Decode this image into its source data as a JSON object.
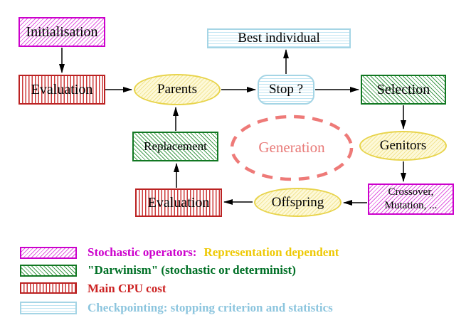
{
  "diagram": {
    "title_semantic": "evolutionary-algorithm-flow",
    "nodes": {
      "initialisation": {
        "label": "Initialisation"
      },
      "evaluation_top": {
        "label": "Evaluation"
      },
      "parents": {
        "label": "Parents"
      },
      "stop": {
        "label": "Stop ?"
      },
      "best_individual": {
        "label": "Best individual"
      },
      "selection": {
        "label": "Selection"
      },
      "genitors": {
        "label": "Genitors"
      },
      "crossover_mutation": {
        "line1": "Crossover,",
        "line2": "Mutation, ..."
      },
      "offspring": {
        "label": "Offspring"
      },
      "evaluation_bottom": {
        "label": "Evaluation"
      },
      "replacement": {
        "label": "Replacement"
      },
      "generation": {
        "label": "Generation"
      }
    },
    "colors": {
      "magenta": "#cc00cc",
      "green": "#117722",
      "red": "#bb2222",
      "cyan": "#a5d5e5",
      "yellow_ellipse_border": "#e8d44c",
      "salmon_dashed": "#ee7a78",
      "legend_yellow_text": "#eec905",
      "legend_cyan_text": "#8cc5de"
    }
  },
  "legend": {
    "items": [
      {
        "swatch": "magenta-diagonal-hatch",
        "text1": "Stochastic operators:",
        "text2": "Representation dependent"
      },
      {
        "swatch": "green-diagonal-hatch",
        "text1": "\"Darwinism\" (stochastic or determinist)"
      },
      {
        "swatch": "red-vertical-stripes",
        "text1": "Main CPU cost"
      },
      {
        "swatch": "cyan-horizontal-stripes",
        "text1": "Checkpointing: stopping criterion and statistics"
      }
    ]
  }
}
